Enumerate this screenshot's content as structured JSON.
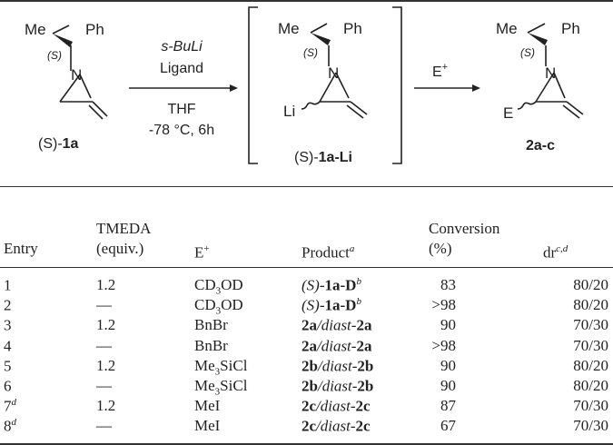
{
  "scheme": {
    "reactant": {
      "sub_me": "Me",
      "sub_ph": "Ph",
      "stereo": "(S)",
      "n_atom": "N",
      "label_pre": "(S)-",
      "label_bold": "1a"
    },
    "step1": {
      "reagent": "s-BuLi",
      "ligand": "Ligand",
      "solvent": "THF",
      "conditions": "-78 °C, 6h"
    },
    "intermediate": {
      "sub_me": "Me",
      "sub_ph": "Ph",
      "stereo": "(S)",
      "n_atom": "N",
      "metal": "Li",
      "label_pre": "(S)-",
      "label_bold": "1a-Li"
    },
    "step2": {
      "reagent": "E",
      "reagent_sup": "+"
    },
    "product": {
      "sub_me": "Me",
      "sub_ph": "Ph",
      "stereo": "(S)",
      "n_atom": "N",
      "group": "E",
      "label_bold": "2a-c"
    }
  },
  "table": {
    "headers": {
      "entry": "Entry",
      "tmeda_1": "TMEDA",
      "tmeda_2": "(equiv.)",
      "electrophile": "E",
      "electrophile_sup": "+",
      "product": "Product",
      "product_sup": "a",
      "conversion_1": "Conversion",
      "conversion_2": "(%)",
      "dr": "dr",
      "dr_sup": "c,d"
    },
    "rows": [
      {
        "entry": "1",
        "entry_sup": "",
        "tmeda": "1.2",
        "e_pre": "CD",
        "e_sub": "3",
        "e_post": "OD",
        "prod_a": "(S)-",
        "prod_b": "1a-D",
        "prod_c": "",
        "prod_d": "",
        "prod_sup": "b",
        "conversion": "83",
        "dr": "80/20"
      },
      {
        "entry": "2",
        "entry_sup": "",
        "tmeda": "—",
        "e_pre": "CD",
        "e_sub": "3",
        "e_post": "OD",
        "prod_a": "(S)-",
        "prod_b": "1a-D",
        "prod_c": "",
        "prod_d": "",
        "prod_sup": "b",
        "conversion": ">98",
        "dr": "80/20"
      },
      {
        "entry": "3",
        "entry_sup": "",
        "tmeda": "1.2",
        "e_pre": "BnBr",
        "e_sub": "",
        "e_post": "",
        "prod_a": "",
        "prod_b": "2a",
        "prod_c": "/diast-",
        "prod_d": "2a",
        "prod_sup": "",
        "conversion": "90",
        "dr": "70/30"
      },
      {
        "entry": "4",
        "entry_sup": "",
        "tmeda": "—",
        "e_pre": "BnBr",
        "e_sub": "",
        "e_post": "",
        "prod_a": "",
        "prod_b": "2a",
        "prod_c": "/diast-",
        "prod_d": "2a",
        "prod_sup": "",
        "conversion": ">98",
        "dr": "70/30"
      },
      {
        "entry": "5",
        "entry_sup": "",
        "tmeda": "1.2",
        "e_pre": "Me",
        "e_sub": "3",
        "e_post": "SiCl",
        "prod_a": "",
        "prod_b": "2b",
        "prod_c": "/diast-",
        "prod_d": "2b",
        "prod_sup": "",
        "conversion": "90",
        "dr": "80/20"
      },
      {
        "entry": "6",
        "entry_sup": "",
        "tmeda": "—",
        "e_pre": "Me",
        "e_sub": "3",
        "e_post": "SiCl",
        "prod_a": "",
        "prod_b": "2b",
        "prod_c": "/diast-",
        "prod_d": "2b",
        "prod_sup": "",
        "conversion": "90",
        "dr": "80/20"
      },
      {
        "entry": "7",
        "entry_sup": "d",
        "tmeda": "1.2",
        "e_pre": "MeI",
        "e_sub": "",
        "e_post": "",
        "prod_a": "",
        "prod_b": "2c",
        "prod_c": "/diast-",
        "prod_d": "2c",
        "prod_sup": "",
        "conversion": "87",
        "dr": "70/30"
      },
      {
        "entry": "8",
        "entry_sup": "d",
        "tmeda": "—",
        "e_pre": "MeI",
        "e_sub": "",
        "e_post": "",
        "prod_a": "",
        "prod_b": "2c",
        "prod_c": "/diast-",
        "prod_d": "2c",
        "prod_sup": "",
        "conversion": "67",
        "dr": "70/30"
      }
    ]
  }
}
